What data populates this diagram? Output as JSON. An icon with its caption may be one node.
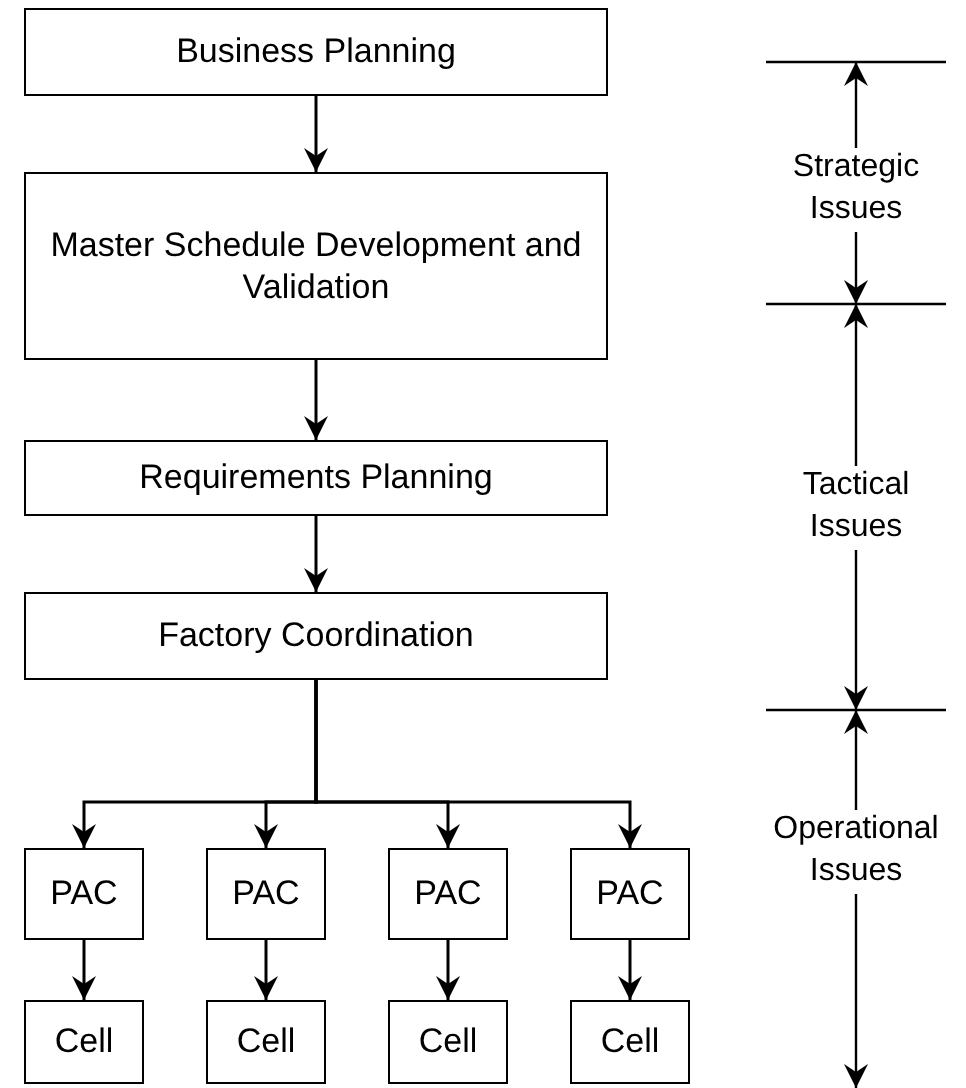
{
  "diagram": {
    "nodes": [
      {
        "text": [
          "Business Planning"
        ]
      },
      {
        "text": [
          "Master Schedule Development and Validation"
        ]
      },
      {
        "text": [
          "Requirements Planning"
        ]
      },
      {
        "text": [
          "Factory Coordination"
        ]
      },
      {
        "text": [
          "PAC"
        ]
      },
      {
        "text": [
          "PAC"
        ]
      },
      {
        "text": [
          "PAC"
        ]
      },
      {
        "text": [
          "PAC"
        ]
      },
      {
        "text": [
          "Cell"
        ]
      },
      {
        "text": [
          "Cell"
        ]
      },
      {
        "text": [
          "Cell"
        ]
      },
      {
        "text": [
          "Cell"
        ]
      }
    ],
    "edges": [
      {
        "from": 0,
        "to": 1,
        "arrow": "to"
      },
      {
        "from": 1,
        "to": 2,
        "arrow": "to"
      },
      {
        "from": 2,
        "to": 3,
        "arrow": "to"
      },
      {
        "from": 3,
        "to": 4,
        "arrow": "to"
      },
      {
        "from": 3,
        "to": 5,
        "arrow": "to"
      },
      {
        "from": 3,
        "to": 6,
        "arrow": "to"
      },
      {
        "from": 3,
        "to": 7,
        "arrow": "to"
      },
      {
        "from": 4,
        "to": 8,
        "arrow": "to"
      },
      {
        "from": 5,
        "to": 9,
        "arrow": "to"
      },
      {
        "from": 6,
        "to": 10,
        "arrow": "to"
      },
      {
        "from": 7,
        "to": 11,
        "arrow": "to"
      }
    ],
    "labels": [
      "Strategic Issues",
      "Tactical Issues",
      "Operational Issues"
    ]
  }
}
